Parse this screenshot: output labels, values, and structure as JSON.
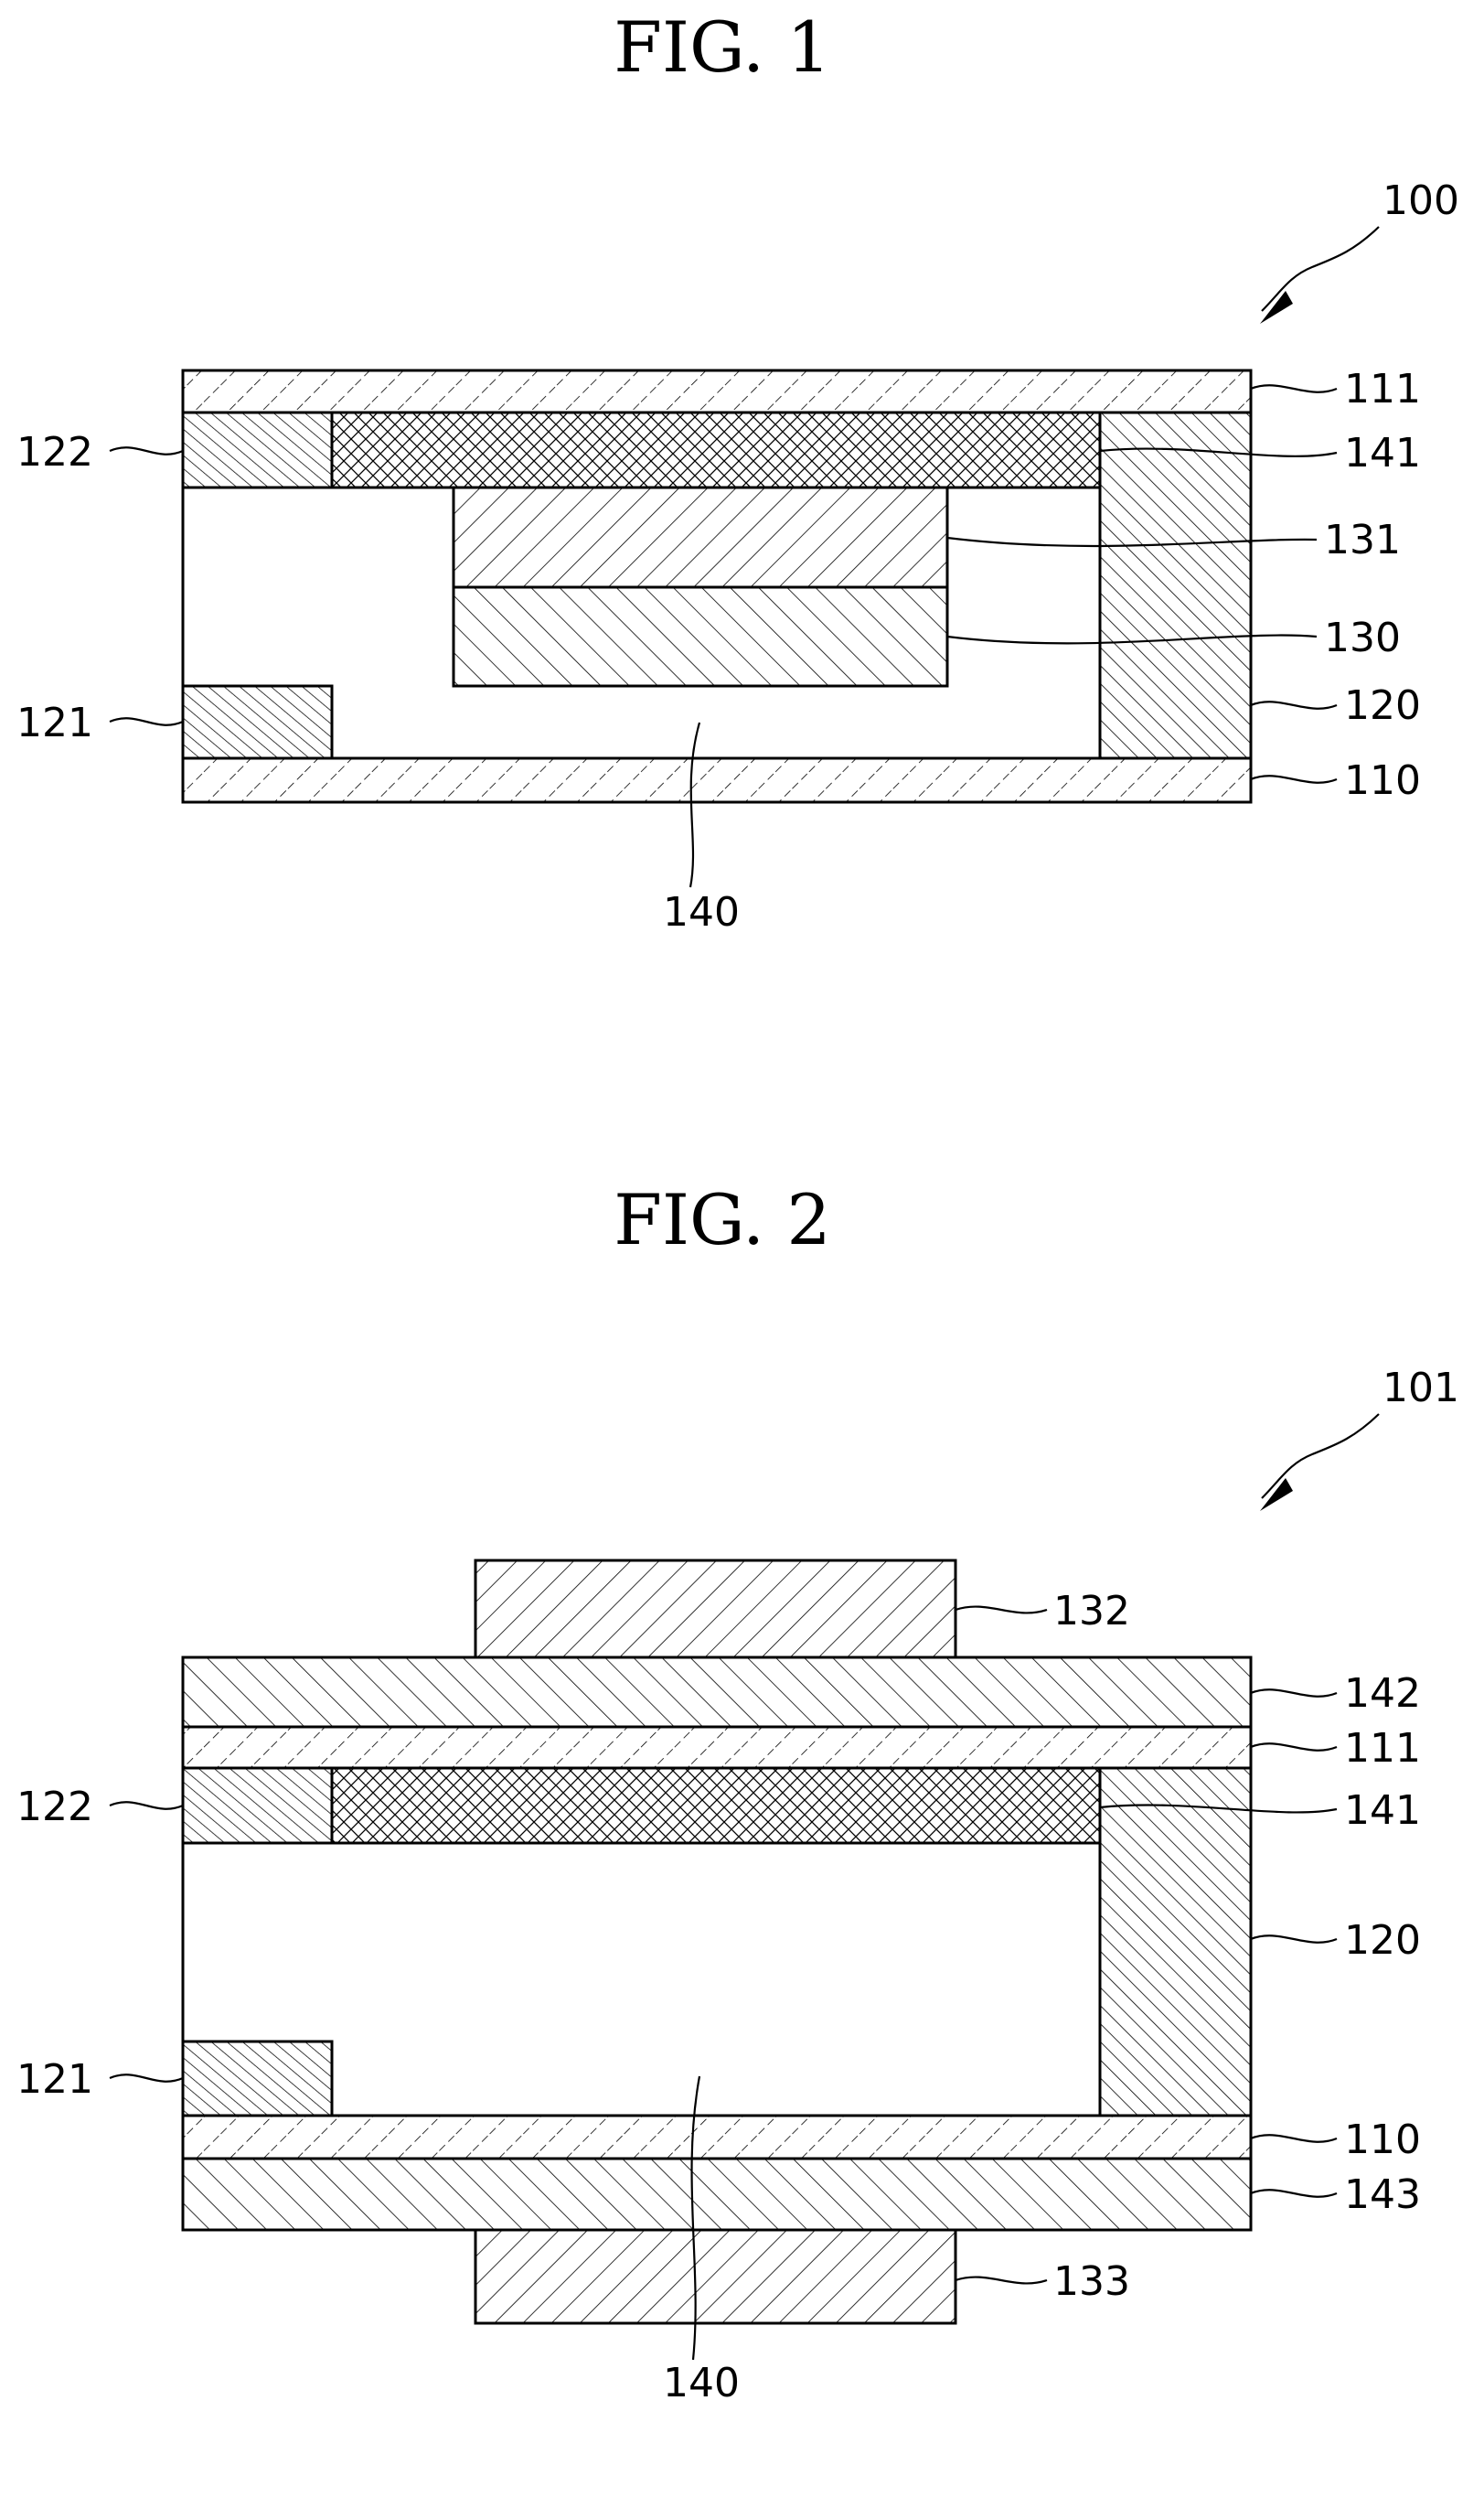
{
  "figures": [
    {
      "title": "FIG. 1",
      "reference": "100",
      "labels": {
        "l111": "111",
        "l122": "122",
        "l141": "141",
        "l131": "131",
        "l130": "130",
        "l121": "121",
        "l120": "120",
        "l110": "110",
        "l140": "140"
      }
    },
    {
      "title": "FIG. 2",
      "reference": "101",
      "labels": {
        "l132": "132",
        "l142": "142",
        "l111": "111",
        "l122": "122",
        "l141": "141",
        "l120": "120",
        "l121": "121",
        "l110": "110",
        "l143": "143",
        "l133": "133",
        "l140": "140"
      }
    }
  ]
}
